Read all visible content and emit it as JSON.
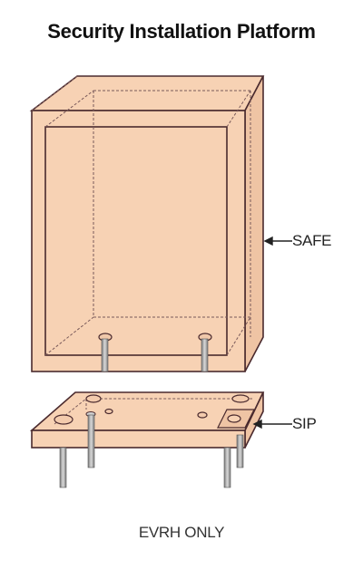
{
  "title": "Security Installation Platform",
  "labels": {
    "safe": "SAFE",
    "sip": "SIP"
  },
  "footer": "EVRH ONLY",
  "colors": {
    "fill": "#f7d2b4",
    "outline": "#4a2a2e",
    "dash": "#7a5a5a",
    "bolt": "#9a9a9a"
  }
}
